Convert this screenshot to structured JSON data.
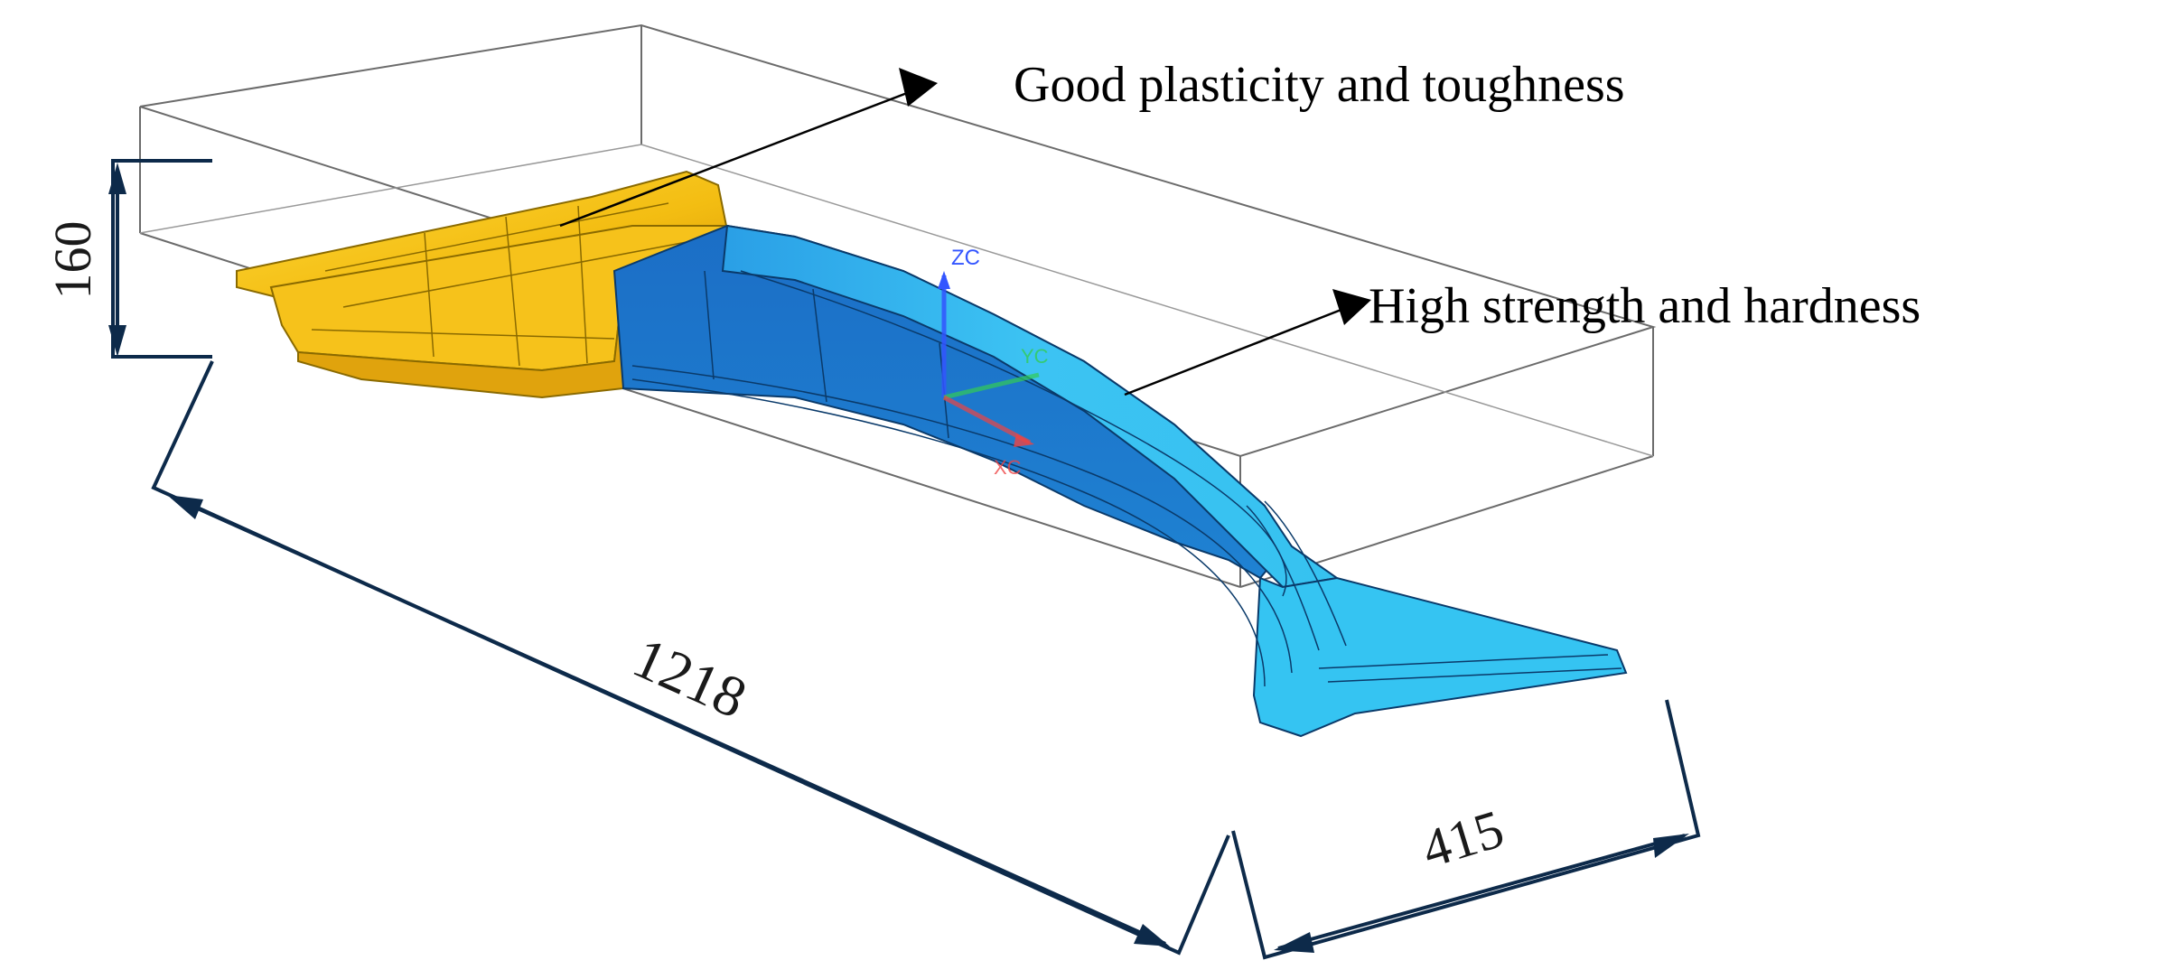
{
  "annotations": {
    "upper_label": "Good plasticity and toughness",
    "lower_label": "High strength and hardness"
  },
  "dimensions": {
    "height": "160",
    "length": "1218",
    "width": "415"
  },
  "axes": {
    "z": "ZC",
    "y": "YC",
    "x": "XC"
  },
  "colors": {
    "soft_zone": "#f5c518",
    "hard_zone_light": "#2bb8ee",
    "hard_zone_dark": "#1a6fc4",
    "dimension_line": "#0d2a4a",
    "box_line": "#555555",
    "axis_z": "#3355ff",
    "axis_y": "#33cc55",
    "axis_x": "#ee4444"
  }
}
